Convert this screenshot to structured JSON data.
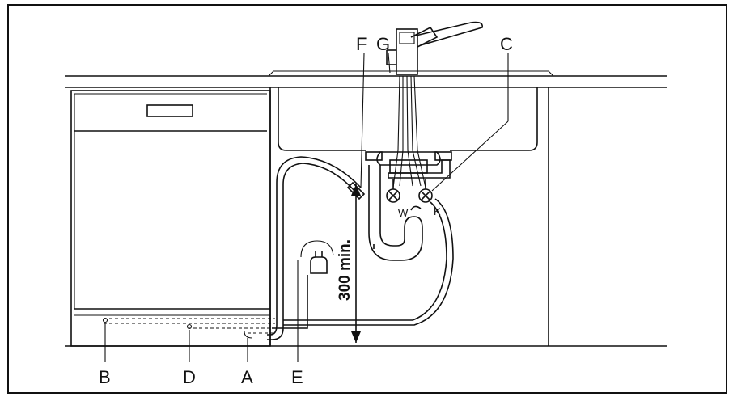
{
  "labels": {
    "b": "B",
    "d": "D",
    "a": "A",
    "e": "E",
    "f": "F",
    "g": "G",
    "c": "C",
    "w": "W",
    "k": "K",
    "dimension": "300 min."
  }
}
